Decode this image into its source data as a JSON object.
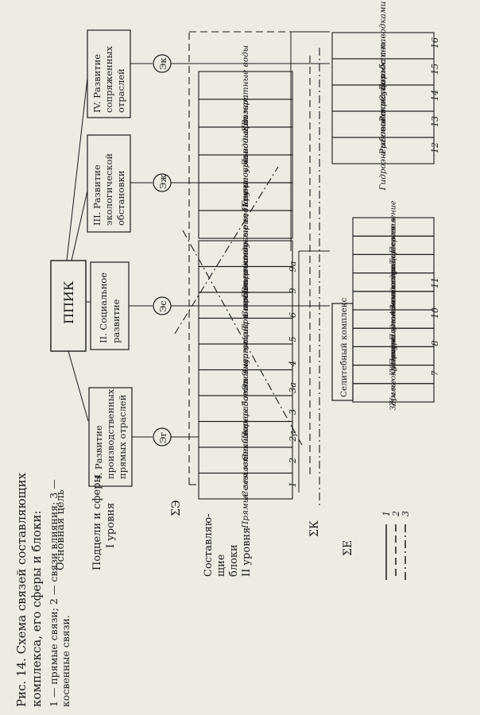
{
  "diagram": {
    "center": "ППИК",
    "main_goal": "Основная цель",
    "subgoals_line1": "Подцели и сферы",
    "subgoals_line2": "I уровня",
    "sigma_e": "ΣЭ",
    "sigma_k": "ΣК",
    "sigma_E": "ΣЕ",
    "components_line1": "Составляю-",
    "components_line2": "щие",
    "components_line3": "блоки",
    "components_line4": "II уровня",
    "spheres": [
      {
        "lines": [
          "I. Развитие",
          "производственных",
          "прямых отраслей"
        ]
      },
      {
        "lines": [
          "II. Социальное",
          "развитие"
        ]
      },
      {
        "lines": [
          "III. Развитие",
          "экологической",
          "обстановки"
        ]
      },
      {
        "lines": [
          "IV. Развитие",
          "сопряженных",
          "отраслей"
        ]
      }
    ],
    "effects": [
      "Эr",
      "Эс",
      "Эж",
      "Эк"
    ],
    "production_blocks": [
      "Прямые землепол.",
      "Сельхозтехника",
      "Снабжение",
      "Переработка",
      "Заготовка",
      "Эксплуатация",
      "Энергетика и связь",
      "Транспорт",
      "Строительство",
      "Стройиндустрия"
    ],
    "production_numbers": [
      "1",
      "2",
      "2а",
      "3",
      "3а",
      "4",
      "5",
      "6",
      "9",
      "9а"
    ],
    "ecology_blocks": [
      "Поверхностные водные ресурсы",
      "Почвы",
      "Грунтовые воды",
      "Ландшафт",
      "Климат",
      "Возвратные воды"
    ],
    "settlement_label": "Селитебный комплекс",
    "settlement_blocks": [
      "Жилье",
      "Здраво-охранение",
      "Культура",
      "Просвещение",
      "Коммунальное хозяйство",
      "Подготовка кадров",
      "Администрация",
      "Занятость населения",
      "Торговля",
      "Переселение"
    ],
    "settlement_numbers": [
      "7",
      "8",
      "10",
      "11"
    ],
    "related_blocks": [
      "Гидроэнергетика",
      "Рыбоводство",
      "Рекреация",
      "Судоходство",
      "Борьба с паводками"
    ],
    "related_numbers": [
      "12",
      "13",
      "14",
      "15",
      "16"
    ],
    "colors": {
      "paper": "#eeebe3",
      "ink": "#1b1b1b"
    }
  },
  "caption": {
    "title": "Рис. 14. Схема связей составляющих комплекса, его сферы и блоки:",
    "legend": "1 — прямые связи; 2 — связи влияния; 3 — косвенные связи."
  },
  "legend_lines": [
    "1",
    "2",
    "3"
  ]
}
